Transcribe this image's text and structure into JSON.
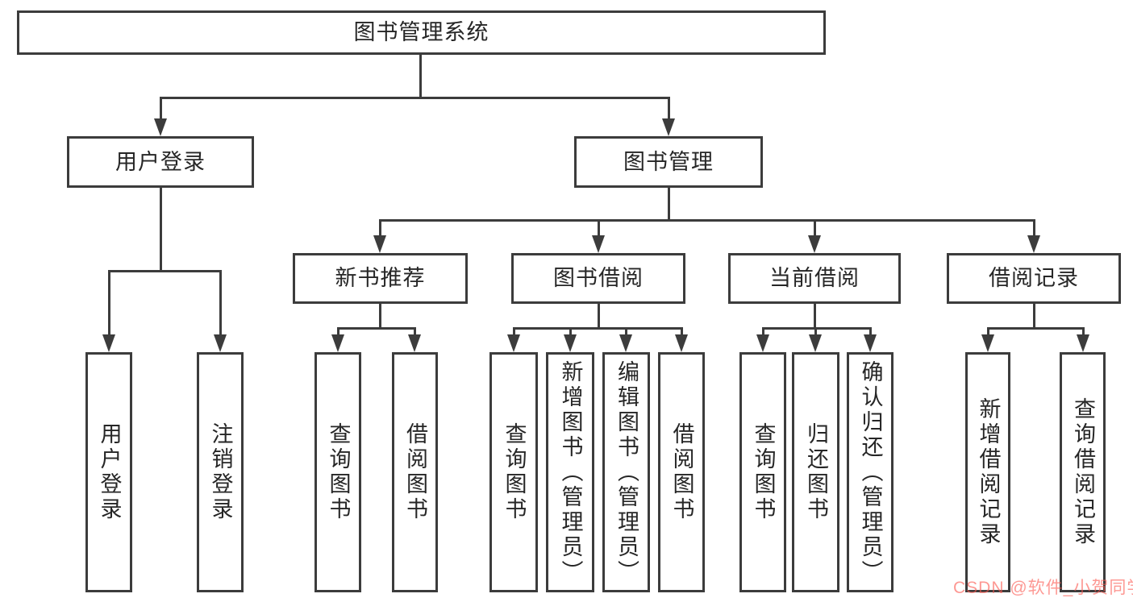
{
  "diagram": {
    "root": {
      "label": "图书管理系统"
    },
    "level2": [
      {
        "label": "用户登录"
      },
      {
        "label": "图书管理"
      }
    ],
    "level3": [
      {
        "label": "新书推荐"
      },
      {
        "label": "图书借阅"
      },
      {
        "label": "当前借阅"
      },
      {
        "label": "借阅记录"
      }
    ],
    "level4": {
      "under_user_login": [
        {
          "label": "用户登录"
        },
        {
          "label": "注销登录"
        }
      ],
      "under_new_books": [
        {
          "label": "查询图书"
        },
        {
          "label": "借阅图书"
        }
      ],
      "under_book_borrow": [
        {
          "label": "查询图书"
        },
        {
          "label": "新增图书（管理员）"
        },
        {
          "label": "编辑图书（管理员）"
        },
        {
          "label": "借阅图书"
        }
      ],
      "under_current_borrow": [
        {
          "label": "查询图书"
        },
        {
          "label": "归还图书"
        },
        {
          "label": "确认归还（管理员）"
        }
      ],
      "under_borrow_records": [
        {
          "label": "新增借阅记录"
        },
        {
          "label": "查询借阅记录"
        }
      ]
    }
  },
  "watermark": {
    "text": "CSDN @软件_小贺同学"
  },
  "colors": {
    "line": "#3c3c3c",
    "text": "#262626",
    "background": "#ffffff",
    "watermark": "#fc5850"
  }
}
